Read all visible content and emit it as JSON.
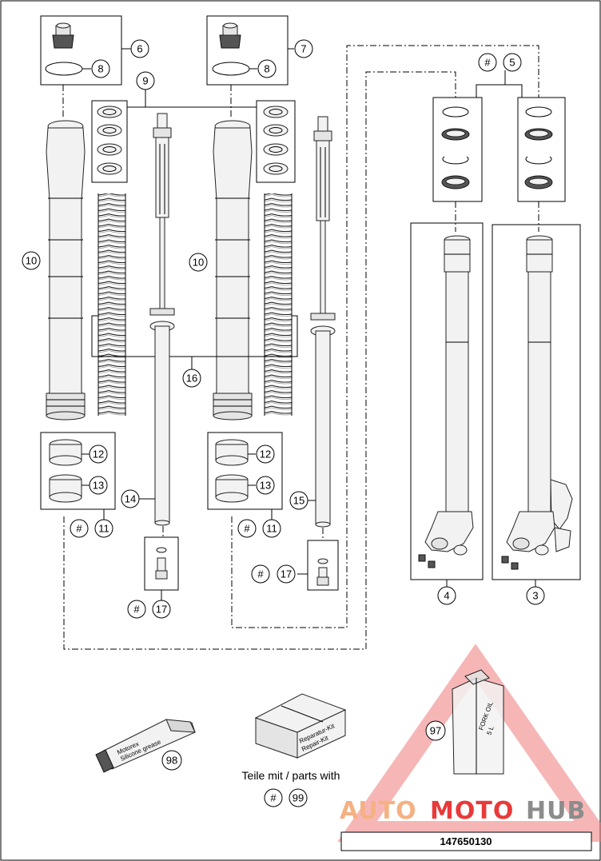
{
  "diagram": {
    "callouts": {
      "c6": "6",
      "c7": "7",
      "c8a": "8",
      "c8b": "8",
      "c9": "9",
      "c5hash": "#",
      "c5": "5",
      "c10a": "10",
      "c10b": "10",
      "c16": "16",
      "c12a": "12",
      "c13a": "13",
      "c11hash_a": "#",
      "c11a": "11",
      "c12b": "12",
      "c13b": "13",
      "c11hash_b": "#",
      "c11b": "11",
      "c14": "14",
      "c15": "15",
      "c17hash_a": "#",
      "c17a": "17",
      "c17hash_b": "#",
      "c17b": "17",
      "c4": "4",
      "c3": "3",
      "c98": "98",
      "c97": "97",
      "c99hash": "#",
      "c99": "99"
    },
    "parts_text": "Teile mit / parts with",
    "tube_label_brand": "Motorex",
    "tube_label": "Silicone grease",
    "kit_label_1": "Reparatur-Kit",
    "kit_label_2": "Repair-Kit",
    "can_label_1": "FORK OIL",
    "can_label_2": "5 L",
    "code": "147650130"
  },
  "watermark": {
    "word_1": "AUTO",
    "word_2": "MOTO",
    "word_3": "HUB",
    "color_1": "#f4b183",
    "color_2": "#e83a3a",
    "color_3": "#8c8c8c"
  }
}
